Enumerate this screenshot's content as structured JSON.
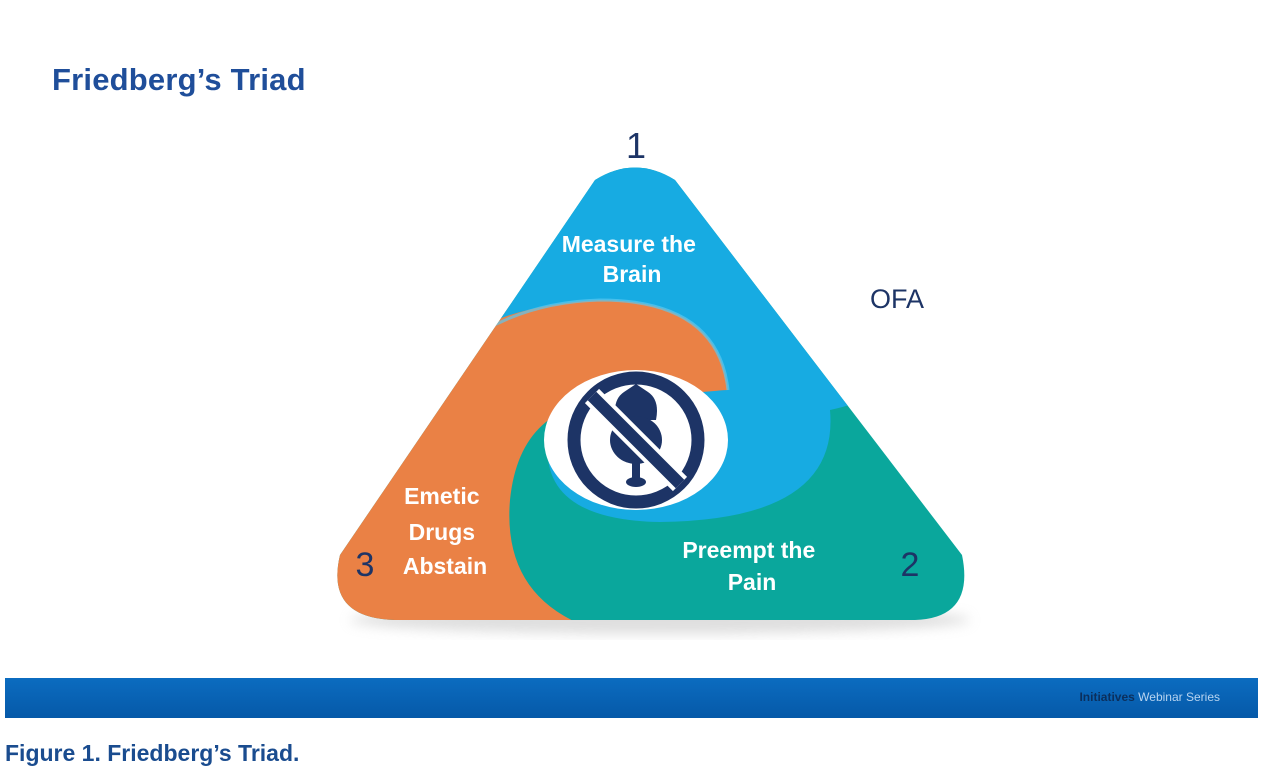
{
  "slide": {
    "title": "Friedberg’s Triad"
  },
  "triad": {
    "number_top": "1",
    "number_right": "2",
    "number_left": "3",
    "label_side": "OFA",
    "segment_top": [
      "Measure the",
      "Brain"
    ],
    "segment_right": [
      "Preempt the",
      "Pain"
    ],
    "segment_left": [
      "Emetic",
      "Drugs",
      "Abstain"
    ],
    "center_icon": "no-opioid-icon"
  },
  "colors": {
    "blue": "#17abe2",
    "teal": "#0aa79c",
    "orange": "#ea8145",
    "navy": "#1d3466",
    "title": "#1f4e9a"
  },
  "footer": {
    "brand": "Initiatives",
    "series": "Webinar Series"
  },
  "caption": "Figure 1. Friedberg’s Triad."
}
